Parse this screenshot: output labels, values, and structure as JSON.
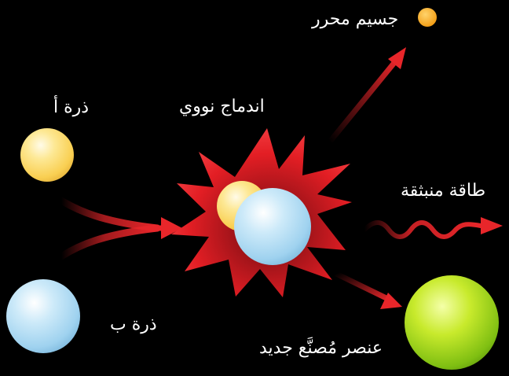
{
  "labels": {
    "atom_a": "ذرة أ",
    "atom_b": "ذرة ب",
    "fusion": "اندماج نووي",
    "free_particle": "جسيم محرر",
    "energy": "طاقة منبثقة",
    "new_element": "عنصر مُصنَّع جديد"
  },
  "colors": {
    "background": "#000000",
    "arrow": "#e8262a",
    "burst": "#e31e24",
    "atom_a": "#fcd86a",
    "atom_b": "#a9d8f2",
    "particle": "#f7a81b",
    "new_element": "#9ed10f"
  }
}
